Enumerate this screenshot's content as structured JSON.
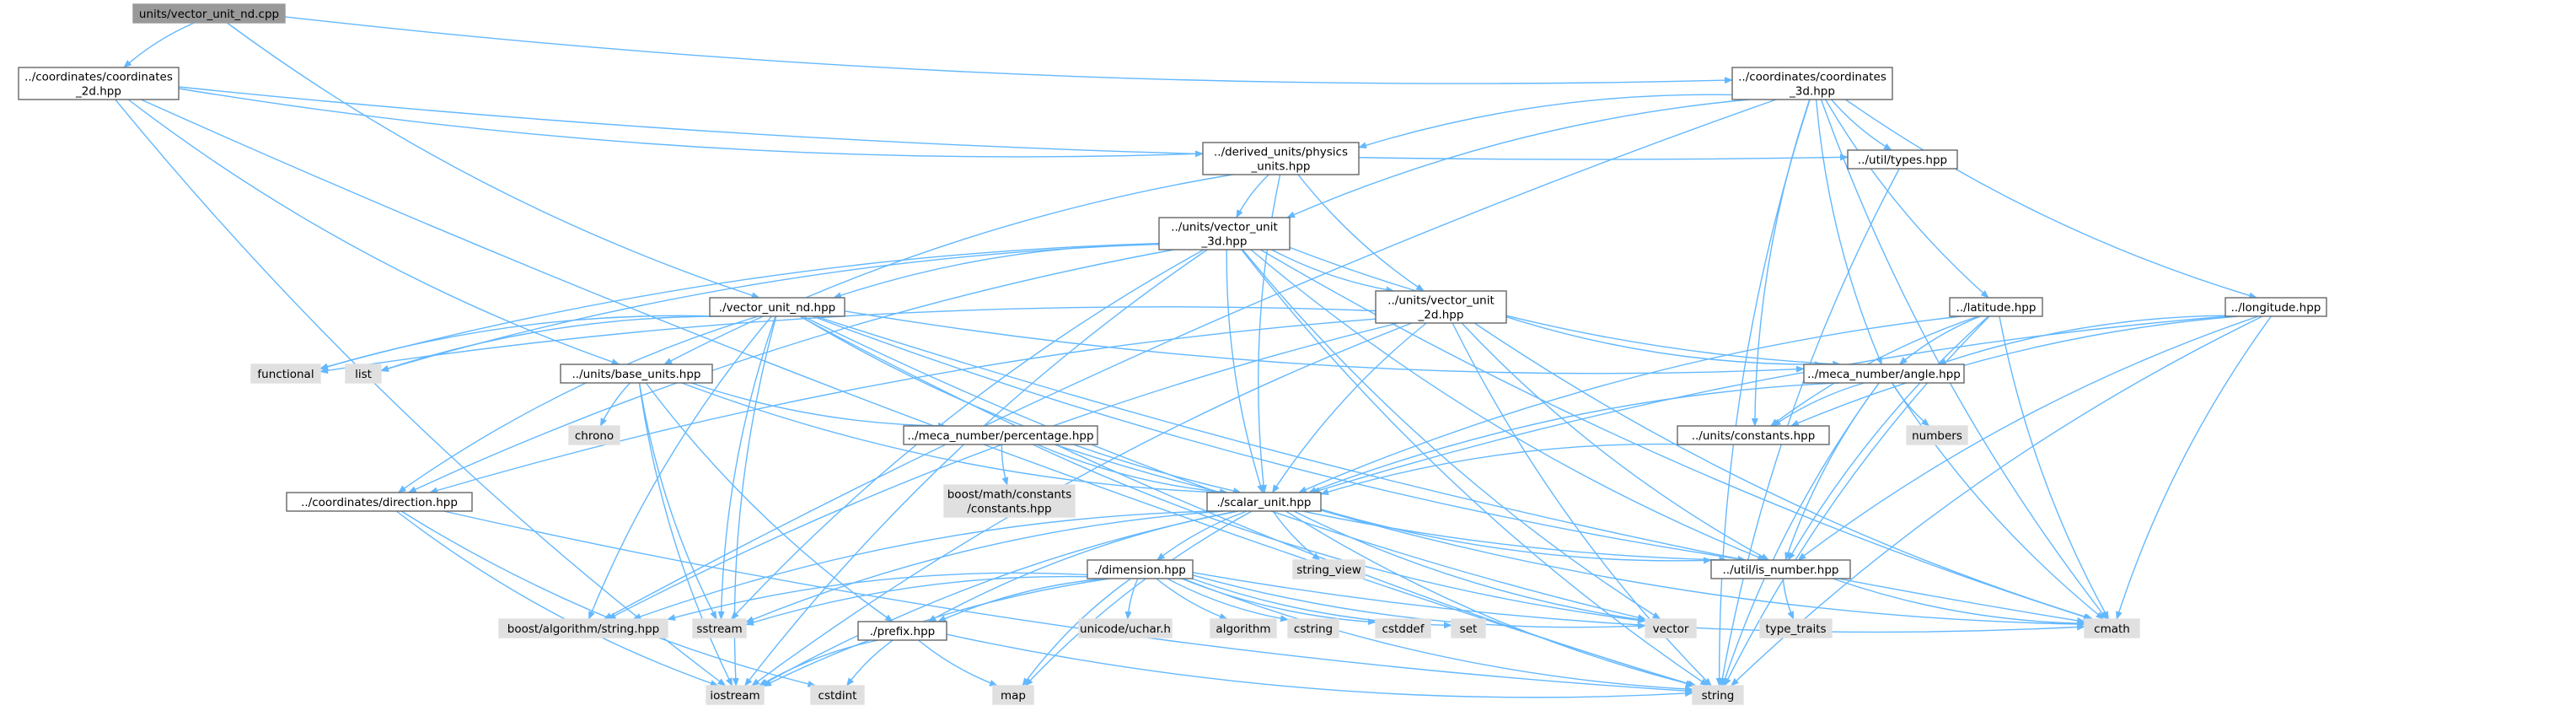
{
  "graph": {
    "colors": {
      "edge": "#63b8ff",
      "node_fill": "#ffffff",
      "node_border": "#666666",
      "root_fill": "#999999",
      "root_border": "#999999",
      "system_fill": "#e0e0e0",
      "system_border": "#e0e0e0"
    },
    "nodes": [
      {
        "id": "root",
        "lines": [
          "units/vector_unit_nd.cpp"
        ],
        "kind": "root"
      },
      {
        "id": "coord2d",
        "lines": [
          "../coordinates/coordinates",
          "_2d.hpp"
        ],
        "kind": "header"
      },
      {
        "id": "coord3d",
        "lines": [
          "../coordinates/coordinates",
          "_3d.hpp"
        ],
        "kind": "header"
      },
      {
        "id": "physics",
        "lines": [
          "../derived_units/physics",
          "_units.hpp"
        ],
        "kind": "header"
      },
      {
        "id": "types",
        "lines": [
          "../util/types.hpp"
        ],
        "kind": "header"
      },
      {
        "id": "vec3d",
        "lines": [
          "../units/vector_unit",
          "_3d.hpp"
        ],
        "kind": "header"
      },
      {
        "id": "vecnd",
        "lines": [
          "./vector_unit_nd.hpp"
        ],
        "kind": "header"
      },
      {
        "id": "vec2d",
        "lines": [
          "../units/vector_unit",
          "_2d.hpp"
        ],
        "kind": "header"
      },
      {
        "id": "latitude",
        "lines": [
          "../latitude.hpp"
        ],
        "kind": "header"
      },
      {
        "id": "longitude",
        "lines": [
          "../longitude.hpp"
        ],
        "kind": "header"
      },
      {
        "id": "functional",
        "lines": [
          "functional"
        ],
        "kind": "system"
      },
      {
        "id": "list",
        "lines": [
          "list"
        ],
        "kind": "system"
      },
      {
        "id": "baseunits",
        "lines": [
          "../units/base_units.hpp"
        ],
        "kind": "header"
      },
      {
        "id": "angle",
        "lines": [
          "../meca_number/angle.hpp"
        ],
        "kind": "header"
      },
      {
        "id": "chrono",
        "lines": [
          "chrono"
        ],
        "kind": "system"
      },
      {
        "id": "numbers",
        "lines": [
          "numbers"
        ],
        "kind": "system"
      },
      {
        "id": "percentage",
        "lines": [
          "../meca_number/percentage.hpp"
        ],
        "kind": "header"
      },
      {
        "id": "constants",
        "lines": [
          "../units/constants.hpp"
        ],
        "kind": "header"
      },
      {
        "id": "boostconst",
        "lines": [
          "boost/math/constants",
          "/constants.hpp"
        ],
        "kind": "system"
      },
      {
        "id": "direction",
        "lines": [
          "../coordinates/direction.hpp"
        ],
        "kind": "header"
      },
      {
        "id": "scalar",
        "lines": [
          "./scalar_unit.hpp"
        ],
        "kind": "header"
      },
      {
        "id": "stringview",
        "lines": [
          "string_view"
        ],
        "kind": "system"
      },
      {
        "id": "dimension",
        "lines": [
          "./dimension.hpp"
        ],
        "kind": "header"
      },
      {
        "id": "isnumber",
        "lines": [
          "../util/is_number.hpp"
        ],
        "kind": "header"
      },
      {
        "id": "boostalgo",
        "lines": [
          "boost/algorithm/string.hpp"
        ],
        "kind": "system"
      },
      {
        "id": "sstream",
        "lines": [
          "sstream"
        ],
        "kind": "system"
      },
      {
        "id": "prefix",
        "lines": [
          "./prefix.hpp"
        ],
        "kind": "header"
      },
      {
        "id": "unicode",
        "lines": [
          "unicode/uchar.h"
        ],
        "kind": "system"
      },
      {
        "id": "algorithm",
        "lines": [
          "algorithm"
        ],
        "kind": "system"
      },
      {
        "id": "cstring",
        "lines": [
          "cstring"
        ],
        "kind": "system"
      },
      {
        "id": "cstddef",
        "lines": [
          "cstddef"
        ],
        "kind": "system"
      },
      {
        "id": "set",
        "lines": [
          "set"
        ],
        "kind": "system"
      },
      {
        "id": "vector",
        "lines": [
          "vector"
        ],
        "kind": "system"
      },
      {
        "id": "typetraits",
        "lines": [
          "type_traits"
        ],
        "kind": "system"
      },
      {
        "id": "cmath",
        "lines": [
          "cmath"
        ],
        "kind": "system"
      },
      {
        "id": "iostream",
        "lines": [
          "iostream"
        ],
        "kind": "system"
      },
      {
        "id": "cstdint",
        "lines": [
          "cstdint"
        ],
        "kind": "system"
      },
      {
        "id": "map",
        "lines": [
          "map"
        ],
        "kind": "system"
      },
      {
        "id": "string",
        "lines": [
          "string"
        ],
        "kind": "system"
      }
    ],
    "edges": [
      [
        "root",
        "coord2d"
      ],
      [
        "root",
        "coord3d"
      ],
      [
        "root",
        "vecnd"
      ],
      [
        "coord2d",
        "physics"
      ],
      [
        "coord2d",
        "types"
      ],
      [
        "coord2d",
        "baseunits"
      ],
      [
        "coord2d",
        "iostream"
      ],
      [
        "coord2d",
        "string"
      ],
      [
        "coord3d",
        "physics"
      ],
      [
        "coord3d",
        "types"
      ],
      [
        "coord3d",
        "latitude"
      ],
      [
        "coord3d",
        "longitude"
      ],
      [
        "coord3d",
        "angle"
      ],
      [
        "coord3d",
        "constants"
      ],
      [
        "coord3d",
        "vec3d"
      ],
      [
        "coord3d",
        "boostalgo"
      ],
      [
        "coord3d",
        "cmath"
      ],
      [
        "coord3d",
        "string"
      ],
      [
        "physics",
        "vec3d"
      ],
      [
        "physics",
        "vec2d"
      ],
      [
        "physics",
        "baseunits"
      ],
      [
        "physics",
        "scalar"
      ],
      [
        "types",
        "string"
      ],
      [
        "vec3d",
        "vecnd"
      ],
      [
        "vec3d",
        "vec2d"
      ],
      [
        "vec3d",
        "functional"
      ],
      [
        "vec3d",
        "list"
      ],
      [
        "vec3d",
        "direction"
      ],
      [
        "vec3d",
        "angle"
      ],
      [
        "vec3d",
        "scalar"
      ],
      [
        "vec3d",
        "isnumber"
      ],
      [
        "vec3d",
        "sstream"
      ],
      [
        "vec3d",
        "iostream"
      ],
      [
        "vec3d",
        "vector"
      ],
      [
        "vec3d",
        "cmath"
      ],
      [
        "vec3d",
        "string"
      ],
      [
        "vecnd",
        "functional"
      ],
      [
        "vecnd",
        "list"
      ],
      [
        "vecnd",
        "direction"
      ],
      [
        "vecnd",
        "angle"
      ],
      [
        "vecnd",
        "scalar"
      ],
      [
        "vecnd",
        "isnumber"
      ],
      [
        "vecnd",
        "boostalgo"
      ],
      [
        "vecnd",
        "sstream"
      ],
      [
        "vecnd",
        "iostream"
      ],
      [
        "vecnd",
        "vector"
      ],
      [
        "vecnd",
        "cmath"
      ],
      [
        "vecnd",
        "string"
      ],
      [
        "vec2d",
        "direction"
      ],
      [
        "vec2d",
        "angle"
      ],
      [
        "vec2d",
        "scalar"
      ],
      [
        "vec2d",
        "isnumber"
      ],
      [
        "vec2d",
        "boostalgo"
      ],
      [
        "vec2d",
        "iostream"
      ],
      [
        "vec2d",
        "cmath"
      ],
      [
        "vec2d",
        "string"
      ],
      [
        "vec2d",
        "functional"
      ],
      [
        "latitude",
        "angle"
      ],
      [
        "latitude",
        "constants"
      ],
      [
        "latitude",
        "scalar"
      ],
      [
        "latitude",
        "isnumber"
      ],
      [
        "latitude",
        "cmath"
      ],
      [
        "latitude",
        "string"
      ],
      [
        "longitude",
        "angle"
      ],
      [
        "longitude",
        "constants"
      ],
      [
        "longitude",
        "scalar"
      ],
      [
        "longitude",
        "isnumber"
      ],
      [
        "longitude",
        "cmath"
      ],
      [
        "longitude",
        "string"
      ],
      [
        "baseunits",
        "chrono"
      ],
      [
        "baseunits",
        "percentage"
      ],
      [
        "baseunits",
        "scalar"
      ],
      [
        "baseunits",
        "prefix"
      ],
      [
        "baseunits",
        "sstream"
      ],
      [
        "baseunits",
        "iostream"
      ],
      [
        "angle",
        "numbers"
      ],
      [
        "angle",
        "constants"
      ],
      [
        "angle",
        "scalar"
      ],
      [
        "angle",
        "isnumber"
      ],
      [
        "angle",
        "cmath"
      ],
      [
        "angle",
        "string"
      ],
      [
        "percentage",
        "boostconst"
      ],
      [
        "percentage",
        "scalar"
      ],
      [
        "percentage",
        "isnumber"
      ],
      [
        "percentage",
        "vector"
      ],
      [
        "constants",
        "scalar"
      ],
      [
        "direction",
        "cstdint"
      ],
      [
        "direction",
        "iostream"
      ],
      [
        "direction",
        "string"
      ],
      [
        "scalar",
        "dimension"
      ],
      [
        "scalar",
        "stringview"
      ],
      [
        "scalar",
        "isnumber"
      ],
      [
        "scalar",
        "prefix"
      ],
      [
        "scalar",
        "sstream"
      ],
      [
        "scalar",
        "boostalgo"
      ],
      [
        "scalar",
        "iostream"
      ],
      [
        "scalar",
        "map"
      ],
      [
        "scalar",
        "vector"
      ],
      [
        "scalar",
        "cmath"
      ],
      [
        "scalar",
        "string"
      ],
      [
        "dimension",
        "prefix"
      ],
      [
        "dimension",
        "boostalgo"
      ],
      [
        "dimension",
        "sstream"
      ],
      [
        "dimension",
        "unicode"
      ],
      [
        "dimension",
        "algorithm"
      ],
      [
        "dimension",
        "cstring"
      ],
      [
        "dimension",
        "cstddef"
      ],
      [
        "dimension",
        "set"
      ],
      [
        "dimension",
        "vector"
      ],
      [
        "dimension",
        "cmath"
      ],
      [
        "dimension",
        "iostream"
      ],
      [
        "dimension",
        "map"
      ],
      [
        "dimension",
        "string"
      ],
      [
        "isnumber",
        "typetraits"
      ],
      [
        "isnumber",
        "cmath"
      ],
      [
        "prefix",
        "iostream"
      ],
      [
        "prefix",
        "cstdint"
      ],
      [
        "prefix",
        "map"
      ],
      [
        "prefix",
        "string"
      ]
    ]
  }
}
